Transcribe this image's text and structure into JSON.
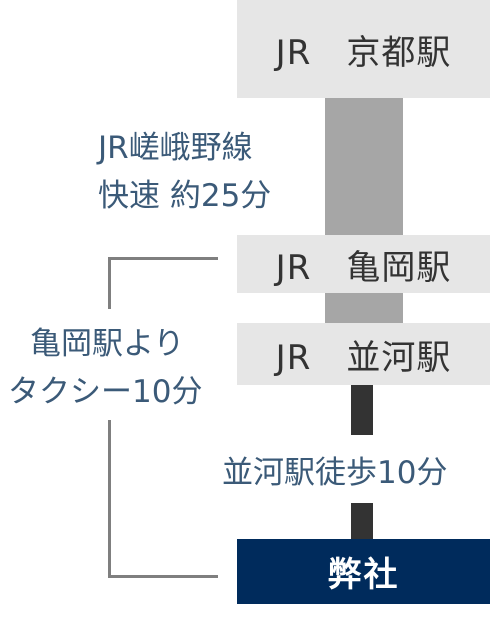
{
  "stations": {
    "kyoto": "JR　京都駅",
    "kameoka": "JR　亀岡駅",
    "namikawa": "JR　並河駅"
  },
  "train_route": {
    "line": "JR嵯峨野線",
    "service": "快速 約25分"
  },
  "taxi_route": {
    "line1": "亀岡駅より",
    "line2": "タクシー10分"
  },
  "walk_route": "並河駅徒歩10分",
  "destination": "弊社",
  "colors": {
    "station_bg": "#e6e6e6",
    "connector_gray": "#a6a6a6",
    "connector_dark": "#333333",
    "label_blue": "#3b5a78",
    "destination_bg": "#002b5c"
  }
}
